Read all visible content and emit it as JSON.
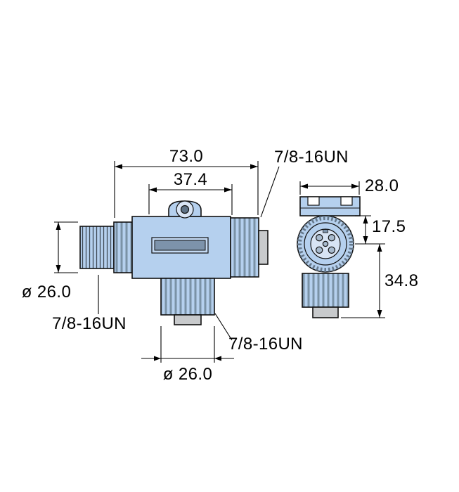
{
  "drawing": {
    "type": "technical-dimension-drawing",
    "subject": "T-coupler connector, side view and end view",
    "dimensions": {
      "overall_length": "73.0",
      "body_length": "37.4",
      "left_diameter": "ø 26.0",
      "bottom_diameter": "ø 26.0",
      "bracket_width": "28.0",
      "center_offset": "17.5",
      "bottom_height": "34.8"
    },
    "threads": {
      "top_right": "7/8-16UN",
      "left": "7/8-16UN",
      "bottom": "7/8-16UN"
    },
    "colors": {
      "body": "#b5d0ee",
      "face": "#d8e4f4",
      "stripe": "#7a92a6",
      "thread_line": "#3f4a55",
      "metal": "#c8cacc",
      "hole": "#5f7285",
      "outline": "#111111",
      "background": "#ffffff"
    }
  }
}
